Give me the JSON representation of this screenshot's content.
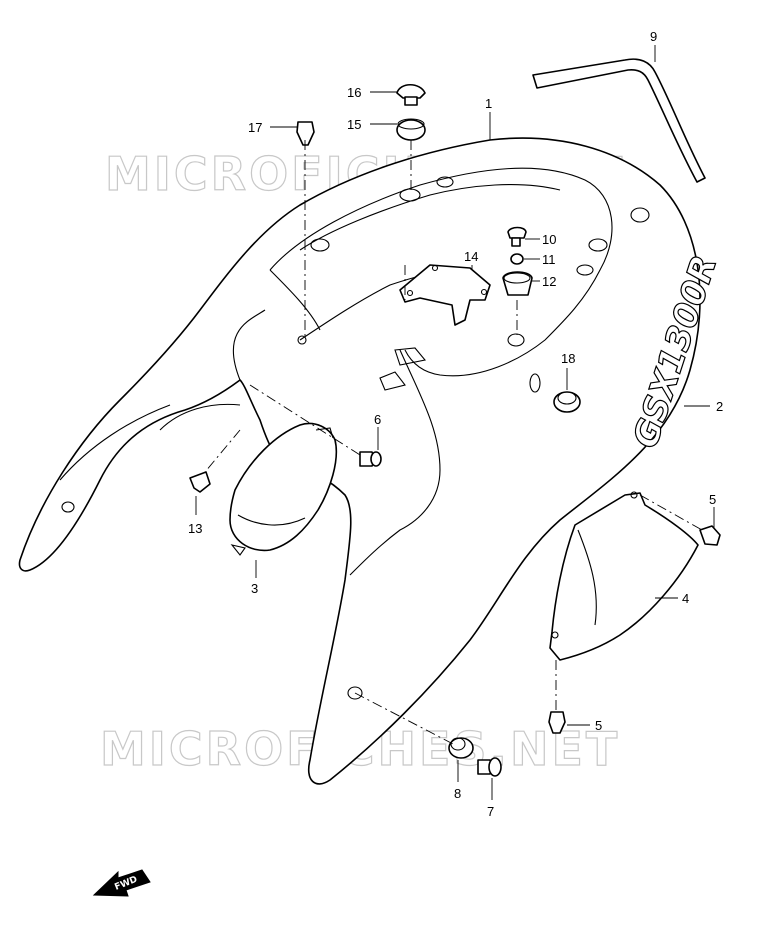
{
  "watermark": "MICROFICHES.NET",
  "logo_text": "GSX1300R",
  "fwd_label": "FWD",
  "callouts": {
    "c1": "1",
    "c2": "2",
    "c3": "3",
    "c4": "4",
    "c5a": "5",
    "c5b": "5",
    "c6": "6",
    "c7": "7",
    "c8": "8",
    "c9": "9",
    "c10": "10",
    "c11": "11",
    "c12": "12",
    "c13": "13",
    "c14": "14",
    "c15": "15",
    "c16": "16",
    "c17": "17",
    "c18": "18"
  }
}
